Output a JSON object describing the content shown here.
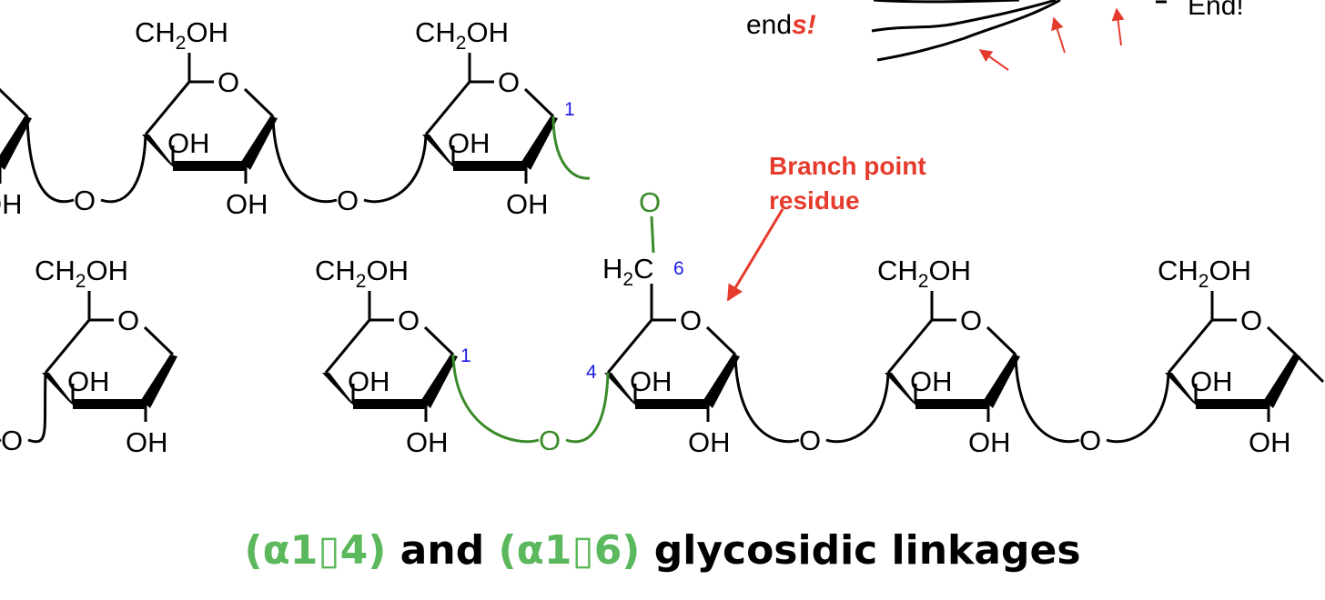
{
  "labels": {
    "ch2oh": "CH",
    "ch2oh_sub": "2",
    "ch2oh_tail": "OH",
    "oh": "OH",
    "o": "O",
    "h2c_h": "H",
    "h2c_sub": "2",
    "h2c_c": "C"
  },
  "numbers": {
    "one": "1",
    "four": "4",
    "six": "6"
  },
  "annotations": {
    "ends_prefix": "end",
    "ends_suffix": "s!",
    "end_right": "End!",
    "branch_line1": "Branch point",
    "branch_line2": "residue"
  },
  "caption": {
    "link1": "(α1",
    "link1_arrow": "4)",
    "and": " and ",
    "link2": "(α1",
    "link2_arrow": "6)",
    "rest": " glycosidic linkages",
    "placeholder_glyph": "▯"
  },
  "colors": {
    "bond": "#000000",
    "linkage": "#3a8a2a",
    "position_number": "#1a1ae6",
    "annotation": "#e53b2c",
    "caption_linkage": "#5cb85c"
  }
}
